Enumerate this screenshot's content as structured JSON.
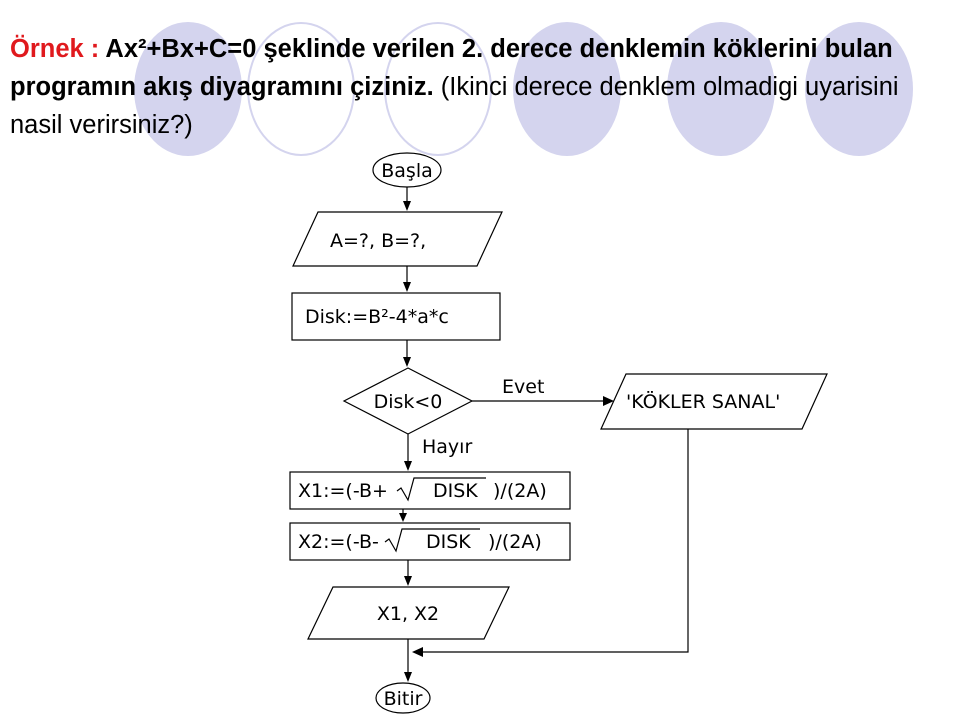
{
  "title": {
    "lead": "Örnek : ",
    "bold": "Ax²+Bx+C=0 şeklinde verilen 2. derece denklemin köklerini bulan programın akış diyagramını çiziniz.",
    "plain": " (Ikinci derece denklem olmadigi uyarisini nasil verirsiniz?)"
  },
  "flowchart": {
    "start": "Başla",
    "input": "A=?, B=?,",
    "disc": "Disk:=B²-4*a*c",
    "decision": "Disk<0",
    "yes_label": "Evet",
    "no_label": "Hayır",
    "complex_output": "'KÖKLER SANAL'",
    "x1_prefix": "X1:=(-B+",
    "x1_mid": "DISK",
    "x1_suffix": ")/(2A)",
    "x2_prefix": "X2:=(-B-",
    "x2_mid": "DISK",
    "x2_suffix": ")/(2A)",
    "output": "X1, X2",
    "end": "Bitir"
  },
  "colors": {
    "accent_red": "#e0191d",
    "decor_circle": "#d4d4ee"
  }
}
